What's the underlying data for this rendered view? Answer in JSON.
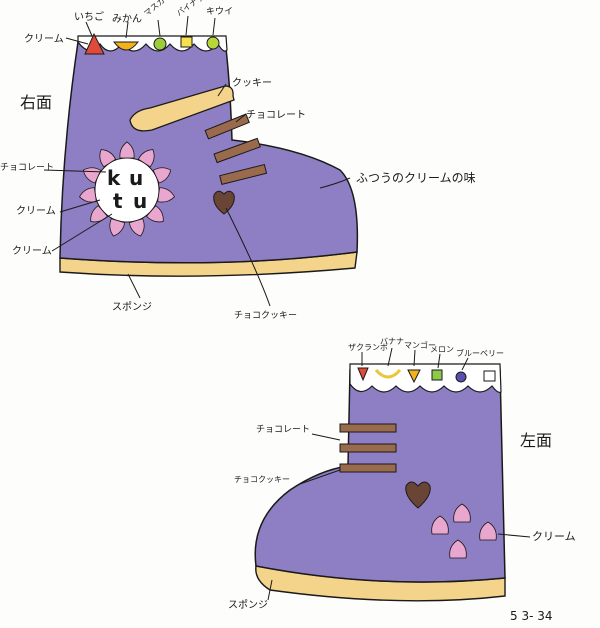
{
  "colors": {
    "boot_purple": "#8e7fc4",
    "boot_purple_dark": "#6f61a8",
    "sole_yellow": "#f4d38a",
    "chocolate": "#9a6a4c",
    "heart": "#6a4536",
    "cream_pink": "#e9a6cf",
    "strawberry": "#e04a3a",
    "mandarin": "#f2b21e",
    "muscat": "#9ccd3a",
    "pineapple": "#f7e24e",
    "kiwi": "#b6d63b",
    "melon": "#8fc94a",
    "blueberry": "#5a4db0",
    "ink": "#1a1a1a"
  },
  "top_boot": {
    "side_title": "右面",
    "emblem_letters": [
      "k",
      "u",
      "t",
      "u"
    ],
    "labels": {
      "cream_top": "クリーム",
      "strawberry": "いちご",
      "mandarin": "みかん",
      "muscat": "マスカット",
      "pineapple": "パイナップル",
      "kiwi": "キウイ",
      "cookie": "クッキー",
      "chocolate": "チョコレート",
      "flavor": "ふつうのクリームの味",
      "choco_left": "チョコレート",
      "cream_left_1": "クリーム",
      "cream_left_2": "クリーム",
      "sponge": "スポンジ",
      "choco_cookie": "チョコクッキー"
    }
  },
  "bottom_boot": {
    "side_title": "左面",
    "labels": {
      "cranberry": "ザクランボ",
      "banana": "バナナ",
      "mango": "マンゴー",
      "melon": "メロン",
      "blueberry": "ブルーベリー",
      "cream_right": "クリーム",
      "chocolate": "チョコレート",
      "choco_cookie": "チョコクッキー",
      "sponge": "スポンジ"
    }
  },
  "signature": "5 3- 34"
}
